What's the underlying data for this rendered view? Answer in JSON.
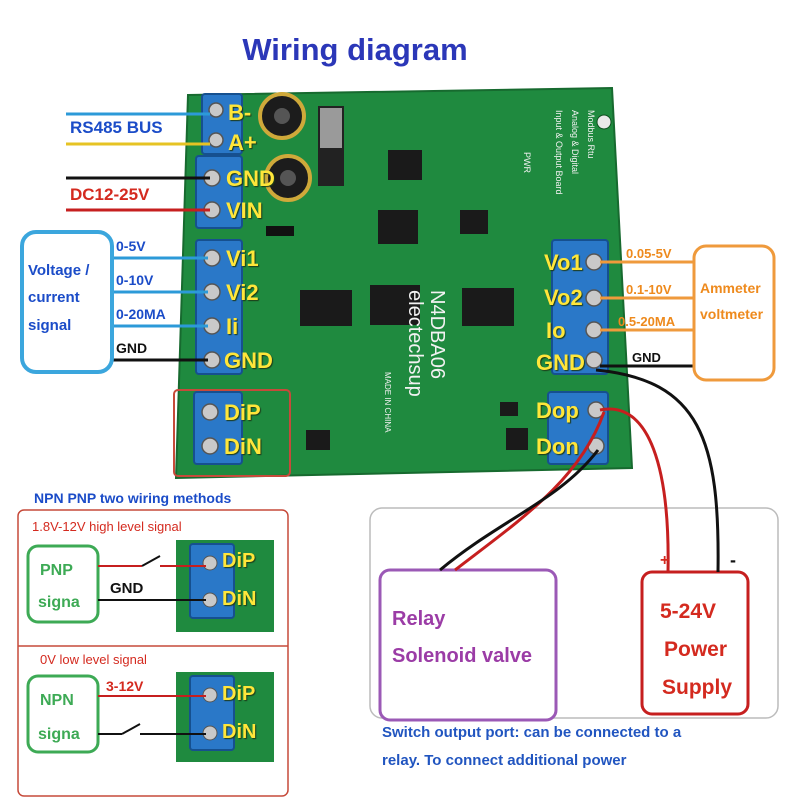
{
  "title": "Wiring diagram",
  "colors": {
    "board": "#1f8a3f",
    "terminal": "#2a78c8",
    "pin_text": "#ffe63a",
    "rs485_b": "#2c9ad8",
    "rs485_a": "#e6c323",
    "power": "#c61f1f",
    "voltage_box": "#3ba6dd",
    "meter_box": "#ef9a3c",
    "relay_box": "#9b59b6"
  },
  "left": {
    "rs485": "RS485 BUS",
    "dc": "DC12-25V",
    "box": [
      "Voltage /",
      "current",
      "signal"
    ],
    "ranges": [
      "0-5V",
      "0-10V",
      "0-20MA"
    ],
    "gnd": "GND"
  },
  "pins_left": [
    "B-",
    "A+",
    "GND",
    "VIN",
    "Vi1",
    "Vi2",
    "Ii",
    "GND",
    "DiP",
    "DiN"
  ],
  "pins_right": [
    "Vo1",
    "Vo2",
    "Io",
    "GND",
    "Dop",
    "Don"
  ],
  "right": {
    "ranges": [
      "0.05-5V",
      "0.1-10V",
      "0.5-20MA"
    ],
    "box": [
      "Ammeter",
      "voltmeter"
    ],
    "gnd": "GND"
  },
  "board_text": {
    "model": "N4DBA06",
    "brand": "electechsup",
    "made": "MADE IN CHINA",
    "silk": [
      "Modbus Rtu",
      "Analog & Digital",
      "Input & Output Board"
    ],
    "pwr": "PWR"
  },
  "npn_pnp": {
    "heading": "NPN PNP two wiring methods",
    "high": "1.8V-12V high level signal",
    "pnp": [
      "PNP",
      "signa"
    ],
    "gnd": "GND",
    "low": "0V low level signal",
    "npn": [
      "NPN",
      "signa"
    ],
    "v312": "3-12V",
    "pins": [
      "DiP",
      "DiN"
    ]
  },
  "output": {
    "relay": [
      "Relay",
      "Solenoid valve"
    ],
    "supply": [
      "5-24V",
      "Power",
      "Supply"
    ],
    "plus": "+",
    "minus": "-",
    "note": [
      "Switch output port: can be connected to a",
      "relay. To connect additional power"
    ]
  }
}
